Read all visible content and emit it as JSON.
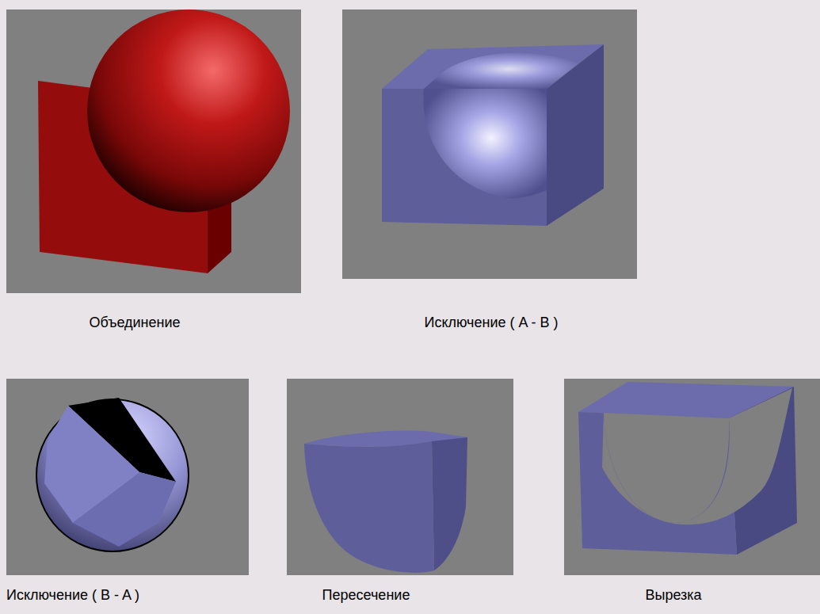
{
  "diagram": {
    "labels": [
      "Объединение",
      "Исключение ( A - B )",
      "Исключение ( B - A )",
      "Пересечение",
      "Вырезка"
    ]
  }
}
